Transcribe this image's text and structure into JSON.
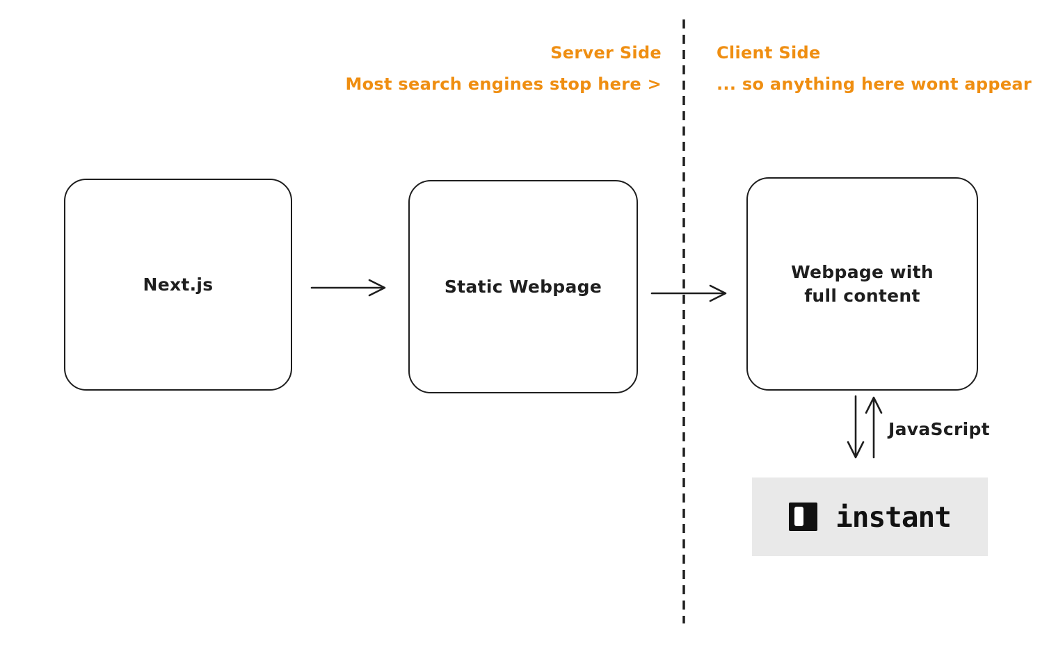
{
  "canvas": {
    "background": "#ffffff",
    "stroke_color": "#1e1e1e",
    "accent_color": "#ef8e11"
  },
  "annotations": {
    "server": {
      "title": "Server Side",
      "note": "Most search engines stop here >"
    },
    "client": {
      "title": "Client Side",
      "note": "... so anything here wont appear"
    }
  },
  "nodes": [
    {
      "id": "nextjs",
      "label": "Next.js"
    },
    {
      "id": "static-webpage",
      "label": "Static Webpage"
    },
    {
      "id": "webpage-full-content",
      "label": "Webpage with\nfull content"
    }
  ],
  "edges": {
    "javascript_label": "JavaScript"
  },
  "logo": {
    "text": "instant",
    "background": "#e9e9e9",
    "foreground": "#111111"
  }
}
